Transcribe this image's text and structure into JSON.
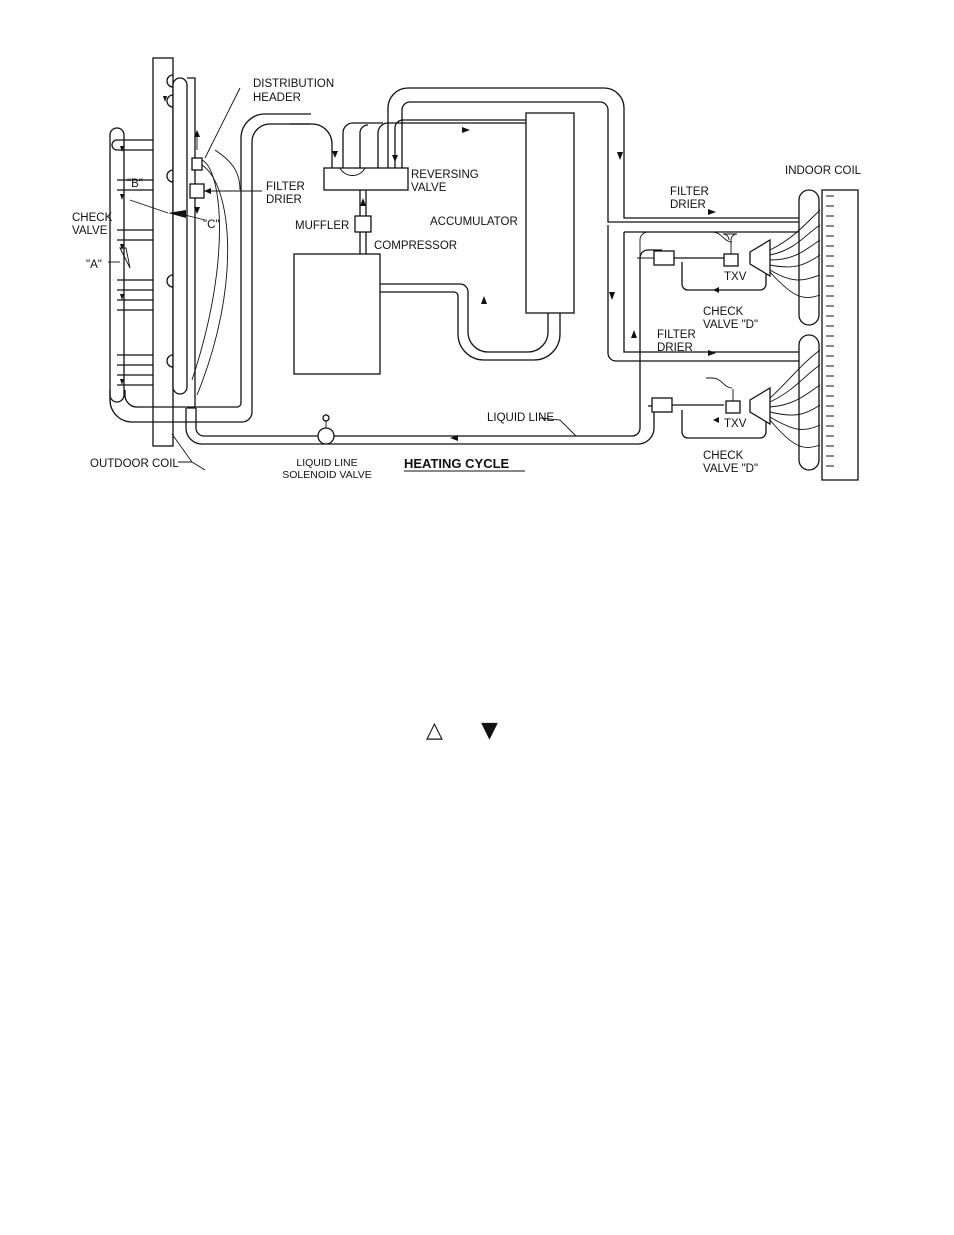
{
  "diagram": {
    "title": "HEATING CYCLE",
    "labels": {
      "distribution_header": [
        "DISTRIBUTION",
        "HEADER"
      ],
      "filter_drier_outdoor": [
        "FILTER",
        "DRIER"
      ],
      "reversing_valve": [
        "REVERSING",
        "VALVE"
      ],
      "muffler": "MUFFLER",
      "compressor": "COMPRESSOR",
      "accumulator": "ACCUMULATOR",
      "check_valve": [
        "CHECK",
        "VALVE"
      ],
      "check_b": "\"B\"",
      "check_c": "\"C\"",
      "check_a": "\"A\"",
      "outdoor_coil": "OUTDOOR COIL",
      "solenoid": [
        "LIQUID LINE",
        "SOLENOID VALVE"
      ],
      "liquid_line": "LIQUID LINE",
      "indoor_coil": "INDOOR COIL",
      "filter_drier_top": [
        "FILTER",
        "DRIER"
      ],
      "filter_drier_bottom": [
        "FILTER",
        "DRIER"
      ],
      "txv_top": "TXV",
      "txv_bottom": "TXV",
      "check_d_top": [
        "CHECK",
        "VALVE \"D\""
      ],
      "check_d_bottom": [
        "CHECK",
        "VALVE \"D\""
      ]
    }
  },
  "legend": {
    "open_triangle": "△",
    "filled_triangle": "▼"
  }
}
